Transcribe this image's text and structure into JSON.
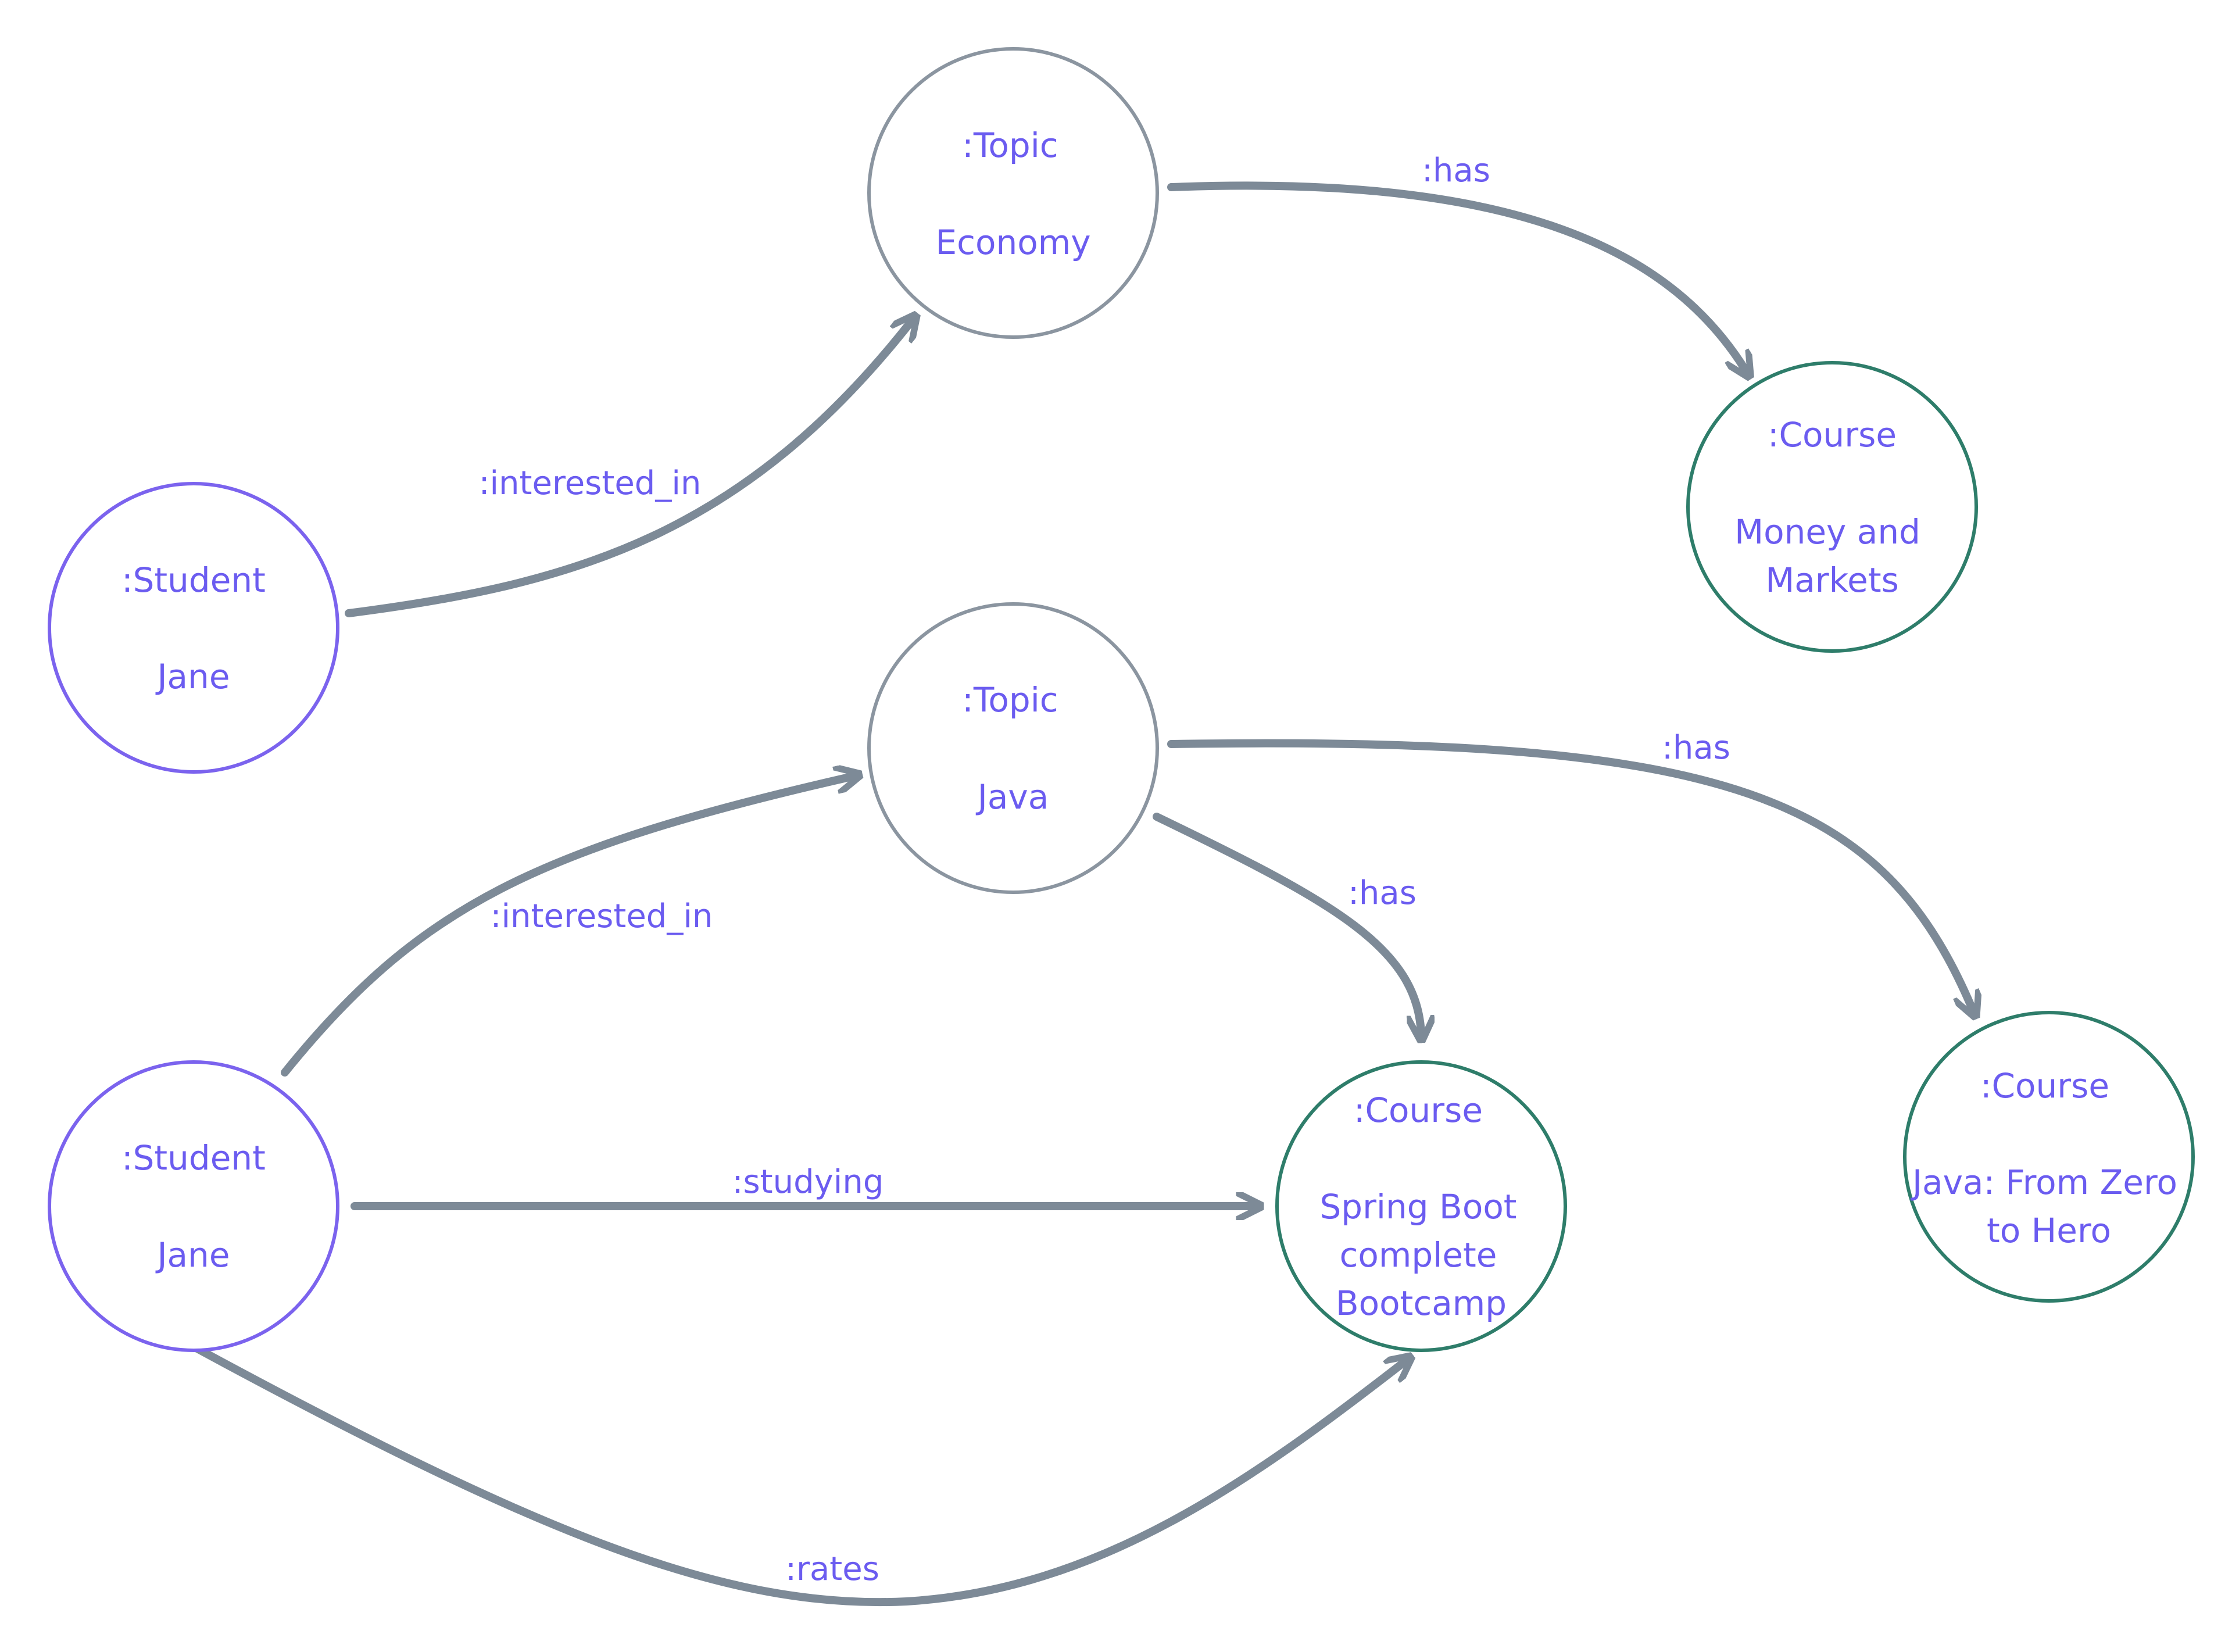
{
  "colors": {
    "student_border": "#7b63ee",
    "topic_border": "#8b95a0",
    "course_border": "#2e7d6a",
    "label_text": "#6b5cf0",
    "edge": "#7d8a97"
  },
  "nodes": {
    "student_top": {
      "type": ":Student",
      "name": "Jane"
    },
    "topic_economy": {
      "type": ":Topic",
      "name": "Economy"
    },
    "course_money": {
      "type": ":Course",
      "name_line1": "Money and",
      "name_line2": "Markets"
    },
    "topic_java": {
      "type": ":Topic",
      "name": "Java"
    },
    "student_bottom": {
      "type": ":Student",
      "name": "Jane"
    },
    "course_spring": {
      "type": ":Course",
      "name_line1": "Spring Boot",
      "name_line2": "complete",
      "name_line3": "Bootcamp"
    },
    "course_java_zero": {
      "type": ":Course",
      "name_line1": "Java: From Zero",
      "name_line2": "to Hero"
    }
  },
  "edges": {
    "top_interested_in": ":interested_in",
    "economy_has": ":has",
    "bottom_interested_in": ":interested_in",
    "java_has_spring": ":has",
    "java_has_zero": ":has",
    "studying": ":studying",
    "rates": ":rates"
  }
}
